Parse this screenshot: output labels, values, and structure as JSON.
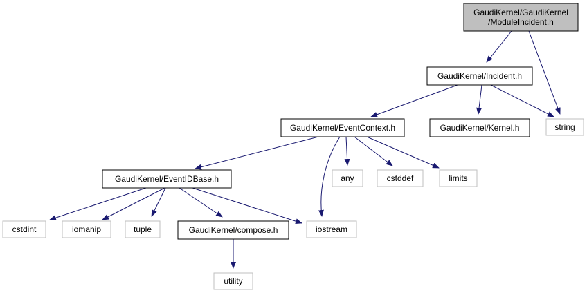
{
  "colors": {
    "edge": "#191970",
    "root_fill": "#bfbfbf",
    "node_border": "#000000",
    "external_border": "#bfbfbf",
    "external_text": "#000000"
  },
  "nodes": [
    {
      "id": "moduleincident",
      "lines": [
        "GaudiKernel/GaudiKernel",
        "/ModuleIncident.h"
      ],
      "kind": "root"
    },
    {
      "id": "incident",
      "lines": [
        "GaudiKernel/Incident.h"
      ],
      "kind": "internal"
    },
    {
      "id": "string",
      "lines": [
        "string"
      ],
      "kind": "external"
    },
    {
      "id": "eventcontext",
      "lines": [
        "GaudiKernel/EventContext.h"
      ],
      "kind": "internal"
    },
    {
      "id": "kernel",
      "lines": [
        "GaudiKernel/Kernel.h"
      ],
      "kind": "internal"
    },
    {
      "id": "eventidbase",
      "lines": [
        "GaudiKernel/EventIDBase.h"
      ],
      "kind": "internal"
    },
    {
      "id": "any",
      "lines": [
        "any"
      ],
      "kind": "external"
    },
    {
      "id": "cstddef",
      "lines": [
        "cstddef"
      ],
      "kind": "external"
    },
    {
      "id": "limits",
      "lines": [
        "limits"
      ],
      "kind": "external"
    },
    {
      "id": "cstdint",
      "lines": [
        "cstdint"
      ],
      "kind": "external"
    },
    {
      "id": "iomanip",
      "lines": [
        "iomanip"
      ],
      "kind": "external"
    },
    {
      "id": "tuple",
      "lines": [
        "tuple"
      ],
      "kind": "external"
    },
    {
      "id": "compose",
      "lines": [
        "GaudiKernel/compose.h"
      ],
      "kind": "internal"
    },
    {
      "id": "iostream",
      "lines": [
        "iostream"
      ],
      "kind": "external"
    },
    {
      "id": "utility",
      "lines": [
        "utility"
      ],
      "kind": "external"
    }
  ],
  "edges": [
    {
      "from": "moduleincident",
      "to": "incident"
    },
    {
      "from": "moduleincident",
      "to": "string"
    },
    {
      "from": "incident",
      "to": "eventcontext"
    },
    {
      "from": "incident",
      "to": "kernel"
    },
    {
      "from": "incident",
      "to": "string"
    },
    {
      "from": "eventcontext",
      "to": "eventidbase"
    },
    {
      "from": "eventcontext",
      "to": "iostream"
    },
    {
      "from": "eventcontext",
      "to": "any"
    },
    {
      "from": "eventcontext",
      "to": "cstddef"
    },
    {
      "from": "eventcontext",
      "to": "limits"
    },
    {
      "from": "eventidbase",
      "to": "cstdint"
    },
    {
      "from": "eventidbase",
      "to": "iomanip"
    },
    {
      "from": "eventidbase",
      "to": "tuple"
    },
    {
      "from": "eventidbase",
      "to": "compose"
    },
    {
      "from": "eventidbase",
      "to": "iostream"
    },
    {
      "from": "compose",
      "to": "utility"
    }
  ]
}
